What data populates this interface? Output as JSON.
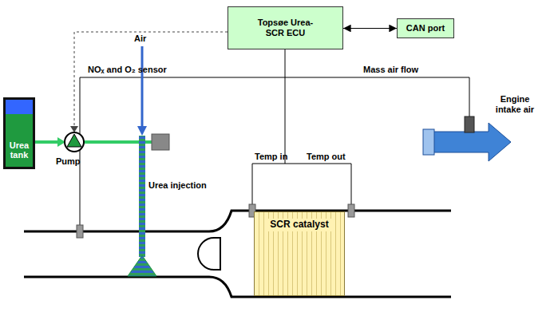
{
  "diagram": {
    "nodes": [
      {
        "text": [
          "Topsøe Urea-SCR ECU"
        ]
      },
      {
        "text": [
          "CAN port"
        ]
      },
      {
        "text": [
          "Urea tank"
        ]
      },
      {
        "text": [
          "SCR catalyst"
        ]
      }
    ],
    "edges": [
      {
        "from": 0,
        "to": 1,
        "arrow": "both"
      }
    ],
    "labels": [
      "NOₓ and O₂ sensor",
      "Mass air flow",
      "Air",
      "Pump",
      "Urea injection",
      "Temp in",
      "Temp out",
      "Engine intake air"
    ]
  }
}
